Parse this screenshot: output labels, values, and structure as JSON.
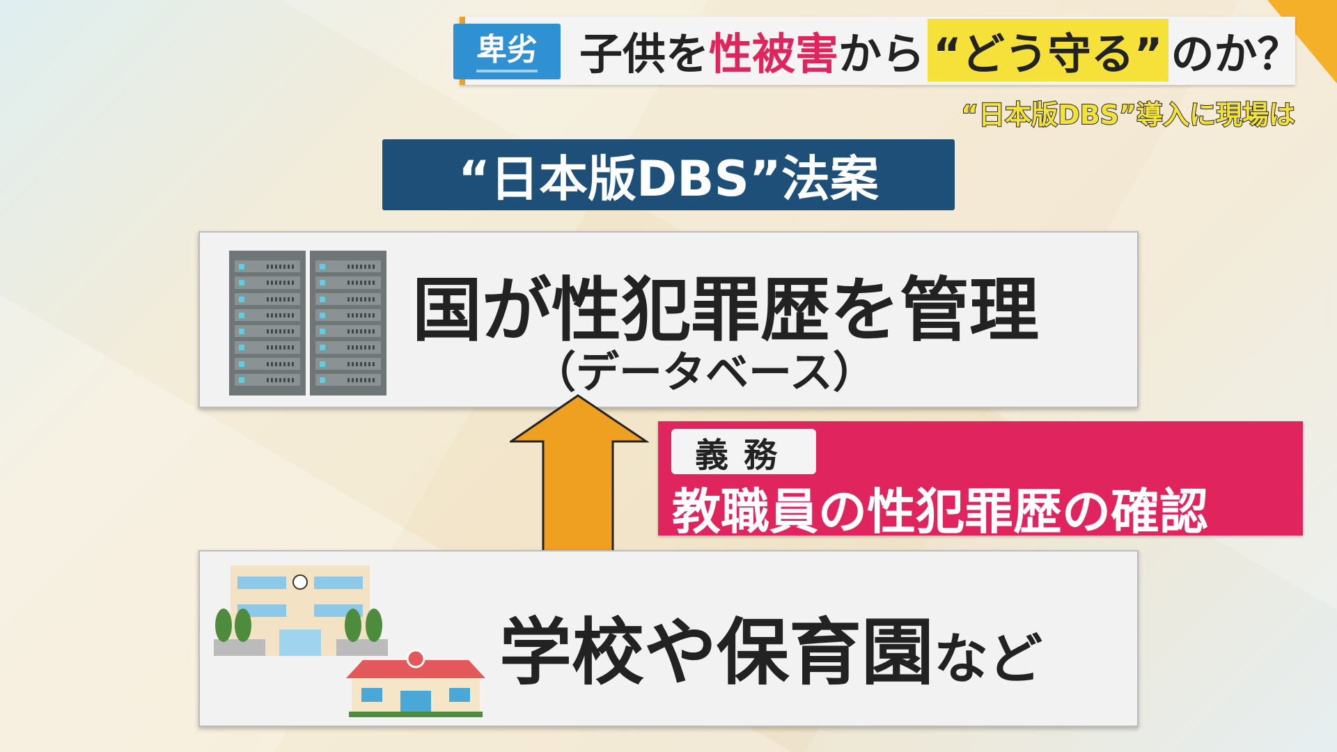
{
  "header": {
    "badge": "卑劣",
    "title_parts": [
      "子供を",
      "性被害",
      "から",
      "“どう守る”",
      "のか？"
    ],
    "subtitle": "“日本版DBS”導入に現場は"
  },
  "bill_label": "“日本版DBS”法案",
  "database_panel": {
    "title": "国が性犯罪歴を管理",
    "subtitle": "（データベース）"
  },
  "duty_box": {
    "tag": "義務",
    "text": "教職員の性犯罪歴の確認"
  },
  "institution_panel": {
    "title": "学校や保育園",
    "suffix": "など"
  },
  "colors": {
    "accent_red": "#e0245e",
    "arrow": "#f0a020",
    "navy": "#1d4f78",
    "badge_blue": "#2f90d2",
    "highlight": "#f5e13a"
  }
}
